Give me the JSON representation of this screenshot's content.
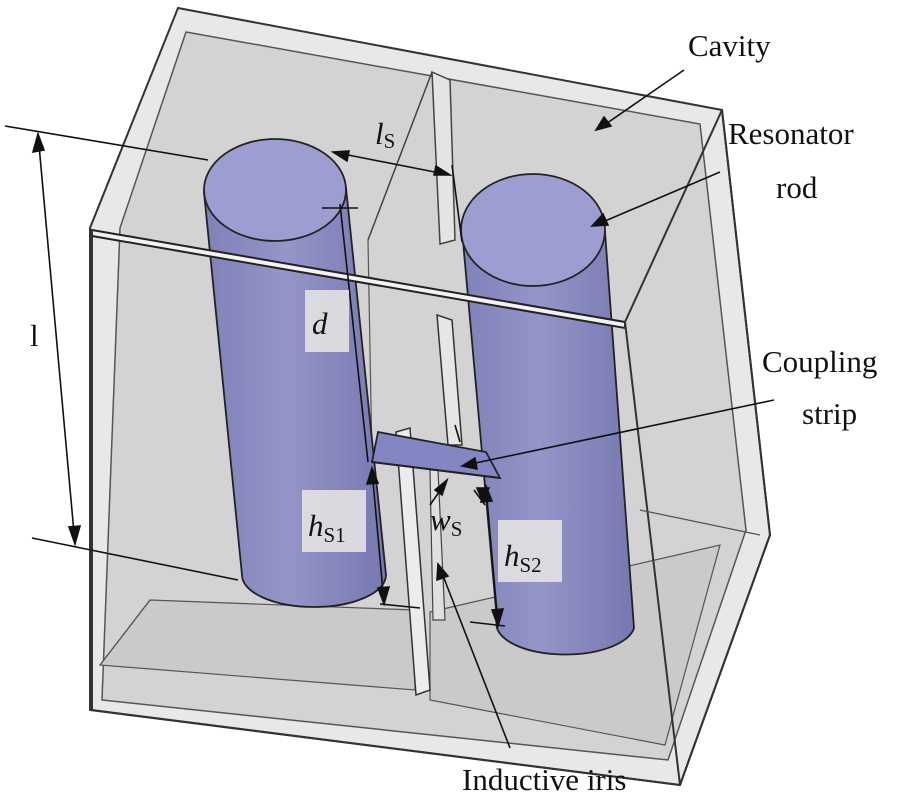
{
  "diagram": {
    "labels": {
      "cavity": "Cavity",
      "resonator_line1": "Resonator",
      "resonator_line2": "rod",
      "coupling_line1": "Coupling",
      "coupling_line2": "strip",
      "iris": "Inductive iris"
    },
    "dimensions": {
      "l": "l",
      "ls_main": "l",
      "ls_sub": "S",
      "d": "d",
      "hs1_main": "h",
      "hs1_sub": "S1",
      "hs2_main": "h",
      "hs2_sub": "S2",
      "ws_main": "w",
      "ws_sub": "S"
    },
    "colors": {
      "cavity_fill": "#d4d4d4",
      "cavity_frame": "#eaeaea",
      "rod_body": "#8a8cc0",
      "rod_top": "#9a9ccf",
      "strip": "#8486c4",
      "edge": "#1a1a1a"
    }
  }
}
